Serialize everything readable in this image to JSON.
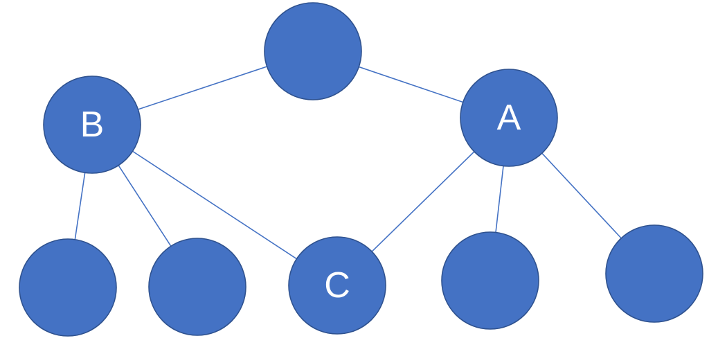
{
  "colors": {
    "node_fill": "#4472c4",
    "node_stroke": "#2f528f",
    "edge": "#4472c4",
    "label": "#ffffff",
    "background": "#ffffff"
  },
  "nodes": [
    {
      "id": "root",
      "label": ""
    },
    {
      "id": "B",
      "label": "B"
    },
    {
      "id": "A",
      "label": "A"
    },
    {
      "id": "leaf1",
      "label": ""
    },
    {
      "id": "leaf2",
      "label": ""
    },
    {
      "id": "C",
      "label": "C"
    },
    {
      "id": "leaf3",
      "label": ""
    },
    {
      "id": "leaf4",
      "label": ""
    }
  ],
  "edges": [
    {
      "from": "root",
      "to": "B"
    },
    {
      "from": "root",
      "to": "A"
    },
    {
      "from": "B",
      "to": "leaf1"
    },
    {
      "from": "B",
      "to": "leaf2"
    },
    {
      "from": "B",
      "to": "C"
    },
    {
      "from": "A",
      "to": "C"
    },
    {
      "from": "A",
      "to": "leaf3"
    },
    {
      "from": "A",
      "to": "leaf4"
    }
  ]
}
